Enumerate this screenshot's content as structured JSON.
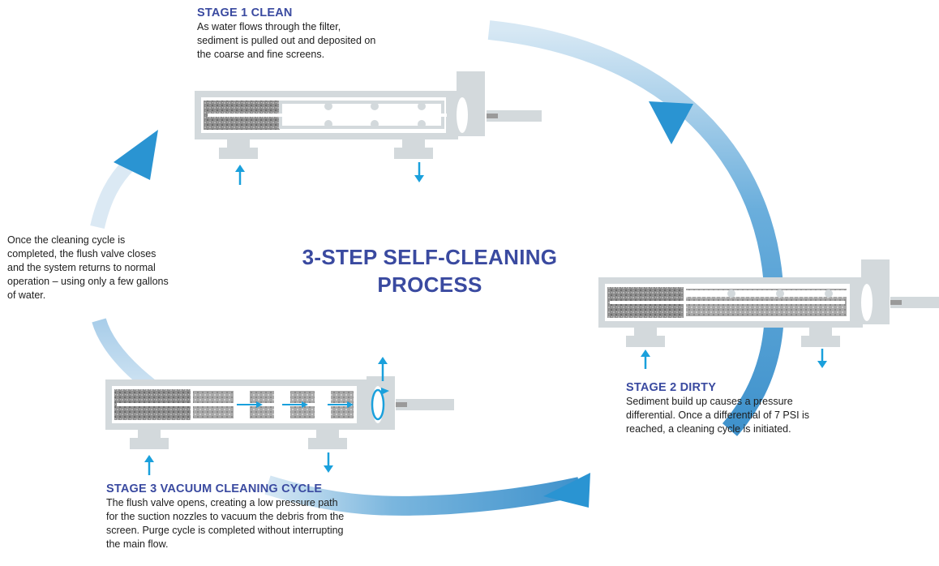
{
  "title": {
    "line1": "3-STEP SELF-CLEANING",
    "line2": "PROCESS"
  },
  "stages": [
    {
      "title": "STAGE 1 CLEAN",
      "body": "As water flows through the filter,\nsediment is pulled out and deposited on\nthe coarse and fine screens."
    },
    {
      "title": "STAGE 2 DIRTY",
      "body": "Sediment build up causes a pressure\ndifferential. Once a differential of 7 PSI is\nreached, a cleaning cycle is initiated."
    },
    {
      "title": "STAGE 3 VACUUM CLEANING CYCLE",
      "body": "The flush valve opens, creating a low pressure path\nfor the suction nozzles to vacuum the debris from the\nscreen. Purge cycle is completed without interrupting\nthe main flow."
    }
  ],
  "return_note": "Once the cleaning cycle is\ncompleted, the flush valve closes\nand the system returns to normal\noperation – using only a few gallons\nof water.",
  "colors": {
    "accent": "#1aa0dc",
    "title": "#3a4aa0",
    "pipe": "#d3d9dc",
    "screen": "#8a8a8a"
  }
}
